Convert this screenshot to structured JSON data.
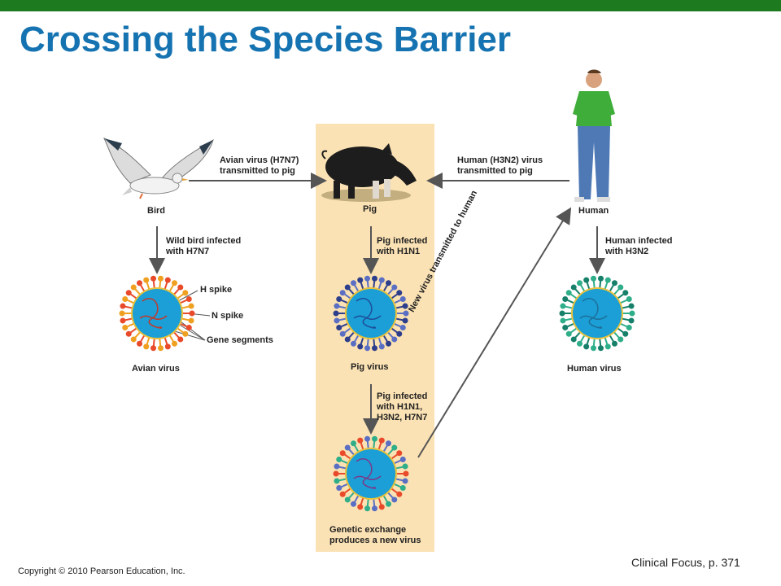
{
  "title": "Crossing the Species Barrier",
  "copyright": "Copyright © 2010 Pearson Education, Inc.",
  "source": "Clinical Focus, p. 371",
  "nodes": {
    "bird": "Bird",
    "pig": "Pig",
    "human": "Human",
    "avian_virus": "Avian virus",
    "pig_virus": "Pig virus",
    "human_virus": "Human virus"
  },
  "arrows": {
    "bird_to_pig": "Avian virus (H7N7)\ntransmitted to pig",
    "human_to_pig": "Human (H3N2) virus\ntransmitted to pig",
    "bird_infected": "Wild bird infected\nwith H7N7",
    "pig_infected": "Pig infected\nwith H1N1",
    "human_infected": "Human infected\nwith H3N2",
    "pig_multi": "Pig infected\nwith H1N1,\nH3N2, H7N7",
    "new_virus": "New virus transmitted to human"
  },
  "callouts": {
    "h_spike": "H spike",
    "n_spike": "N spike",
    "gene_segments": "Gene segments"
  },
  "result": "Genetic exchange\nproduces a new virus",
  "colors": {
    "title": "#1673b1",
    "topbar": "#1e7a1e",
    "column": "#fbe2b4",
    "avian_spike": "#e84a2a",
    "pig_spike": "#5a6fc4",
    "human_spike": "#2fae8a",
    "capsid": "#1b9fd6"
  }
}
